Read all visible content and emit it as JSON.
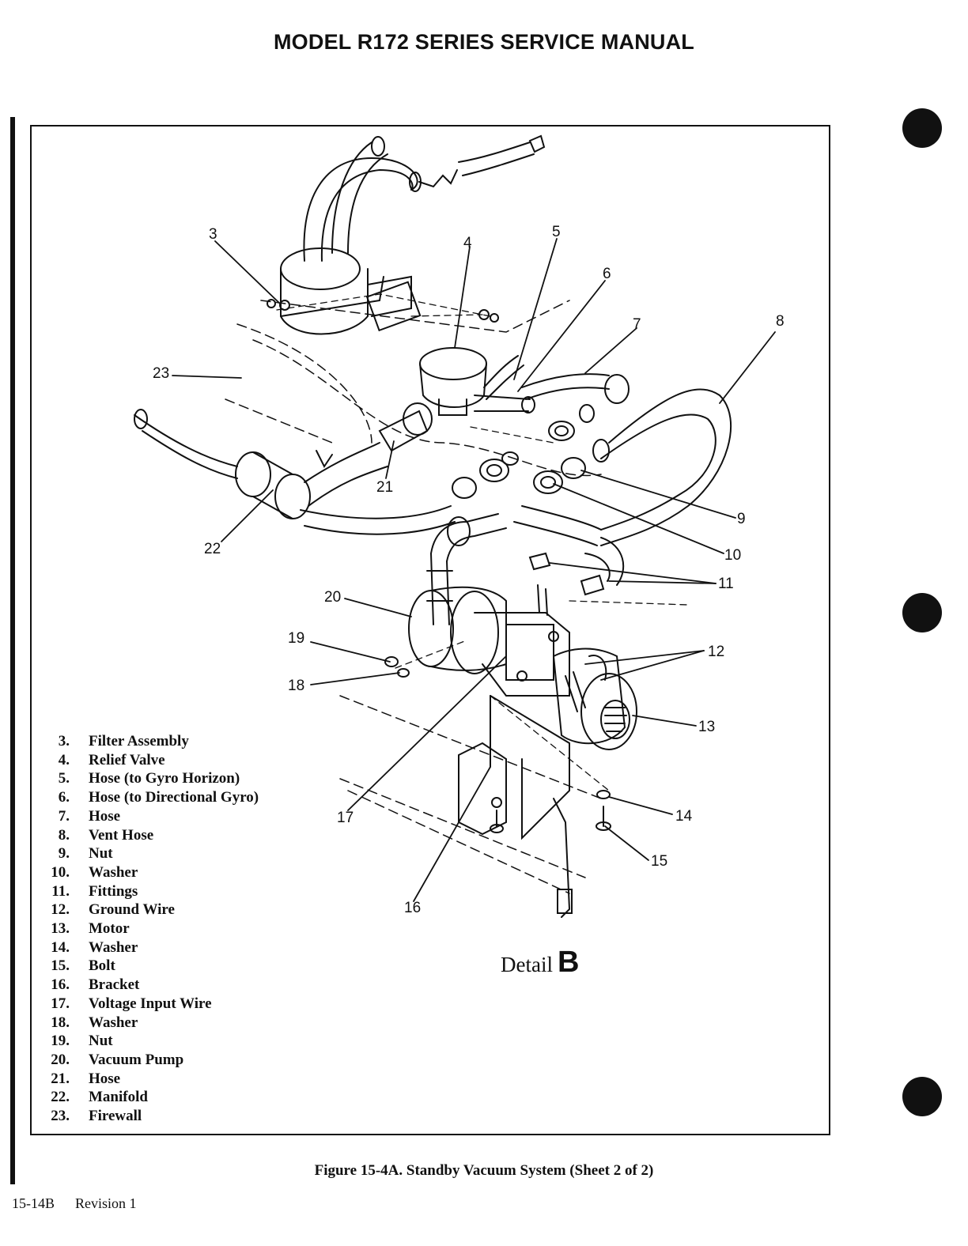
{
  "header": {
    "title": "MODEL R172 SERIES SERVICE MANUAL"
  },
  "callouts": {
    "c3": "3",
    "c4": "4",
    "c5": "5",
    "c6": "6",
    "c7": "7",
    "c8": "8",
    "c9": "9",
    "c10": "10",
    "c11": "11",
    "c12": "12",
    "c13": "13",
    "c14": "14",
    "c15": "15",
    "c16": "16",
    "c17": "17",
    "c18": "18",
    "c19": "19",
    "c20": "20",
    "c21": "21",
    "c22": "22",
    "c23": "23"
  },
  "legend": [
    {
      "num": "3.",
      "label": "Filter Assembly"
    },
    {
      "num": "4.",
      "label": "Relief Valve"
    },
    {
      "num": "5.",
      "label": "Hose (to Gyro Horizon)"
    },
    {
      "num": "6.",
      "label": "Hose (to Directional Gyro)"
    },
    {
      "num": "7.",
      "label": "Hose"
    },
    {
      "num": "8.",
      "label": "Vent Hose"
    },
    {
      "num": "9.",
      "label": "Nut"
    },
    {
      "num": "10.",
      "label": "Washer"
    },
    {
      "num": "11.",
      "label": "Fittings"
    },
    {
      "num": "12.",
      "label": "Ground Wire"
    },
    {
      "num": "13.",
      "label": "Motor"
    },
    {
      "num": "14.",
      "label": "Washer"
    },
    {
      "num": "15.",
      "label": "Bolt"
    },
    {
      "num": "16.",
      "label": "Bracket"
    },
    {
      "num": "17.",
      "label": "Voltage Input Wire"
    },
    {
      "num": "18.",
      "label": "Washer"
    },
    {
      "num": "19.",
      "label": "Nut"
    },
    {
      "num": "20.",
      "label": "Vacuum Pump"
    },
    {
      "num": "21.",
      "label": "Hose"
    },
    {
      "num": "22.",
      "label": "Manifold"
    },
    {
      "num": "23.",
      "label": "Firewall"
    }
  ],
  "detail": {
    "prefix": "Detail",
    "letter": "B"
  },
  "caption": "Figure 15-4A. Standby Vacuum System (Sheet 2 of 2)",
  "footer": {
    "page": "15-14B",
    "revision": "Revision 1"
  }
}
